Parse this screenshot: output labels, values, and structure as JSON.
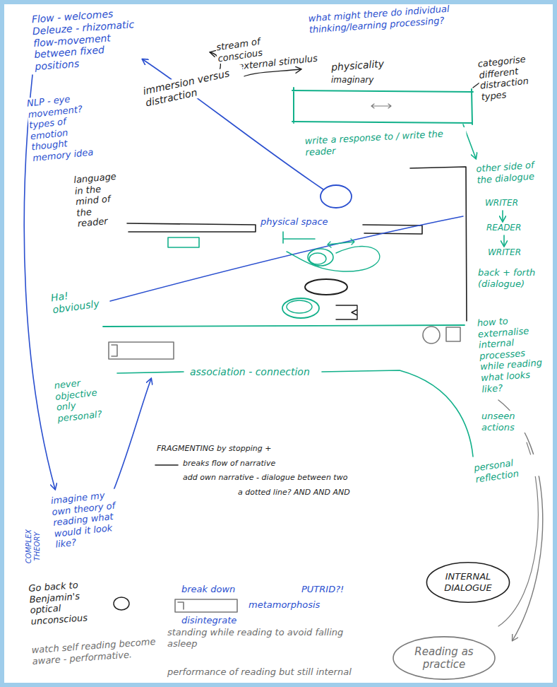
{
  "diagram": {
    "nodes": [
      {
        "text": [
          "INTERNAL DIALOGUE"
        ]
      },
      {
        "text": [
          "Reading as practice"
        ]
      }
    ],
    "labels": [
      "Flow - welcomes Deleuze - rhizomatic flow-movement between fixed positions",
      "what might there do individual thinking/learning processing?",
      "stream of conscious",
      "external stimulus",
      "physicality",
      "imaginary",
      "categorise different distraction types",
      "immersion versus distraction",
      "NLP - eye movement? types of emotion thought memory idea",
      "write a response to / write the reader",
      "language in the mind of the reader",
      "other side of the dialogue",
      "WRITER",
      "READER",
      "WRITER",
      "back + forth (dialogue)",
      "physical space",
      "Ha! obviously",
      "how to externalise internal processes while reading what looks like?",
      "association - connection",
      "never objective only personal?",
      "unseen actions",
      "personal reflection",
      "FRAGMENTING by stopping +",
      "breaks flow of narrative",
      "add own narrative - dialogue between two",
      "a dotted line? AND AND AND",
      "imagine my own theory of reading what would it look like?",
      "COMPLEX THEORY",
      "Go back to Benjamin's optical unconscious",
      "break down",
      "PUTRID?!",
      "metamorphosis",
      "disintegrate",
      "standing while reading to avoid falling asleep",
      "watch self reading become aware - performative.",
      "performance of reading but still internal"
    ]
  }
}
